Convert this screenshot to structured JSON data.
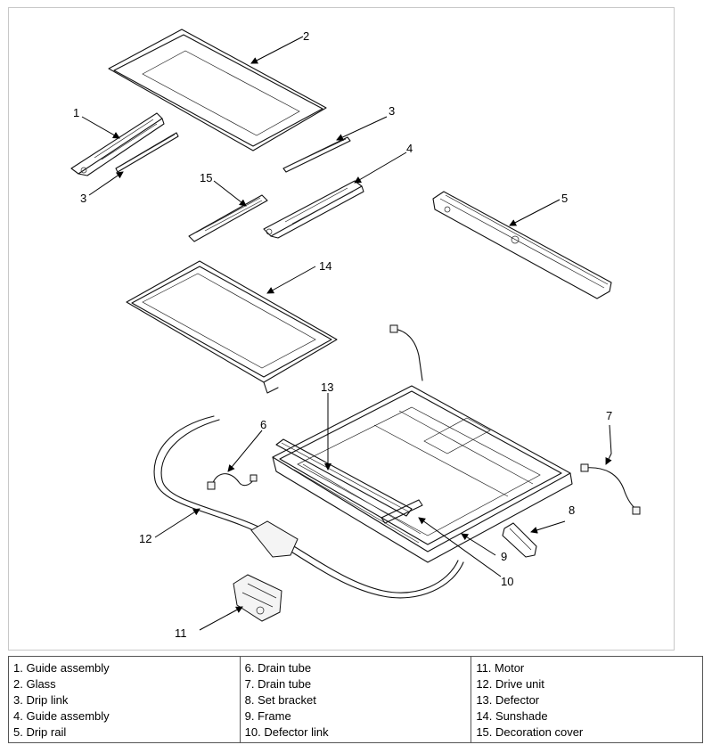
{
  "callouts": [
    "1",
    "2",
    "3",
    "3",
    "4",
    "5",
    "6",
    "7",
    "8",
    "9",
    "10",
    "11",
    "12",
    "13",
    "14",
    "15"
  ],
  "legend": {
    "col1": [
      "1. Guide assembly",
      "2. Glass",
      "3. Drip link",
      "4. Guide assembly",
      "5. Drip rail"
    ],
    "col2": [
      "6. Drain tube",
      "7. Drain tube",
      "8. Set bracket",
      "9. Frame",
      "10. Defector link"
    ],
    "col3": [
      "11. Motor",
      "12. Drive unit",
      "13. Defector",
      "14. Sunshade",
      "15. Decoration cover"
    ]
  }
}
